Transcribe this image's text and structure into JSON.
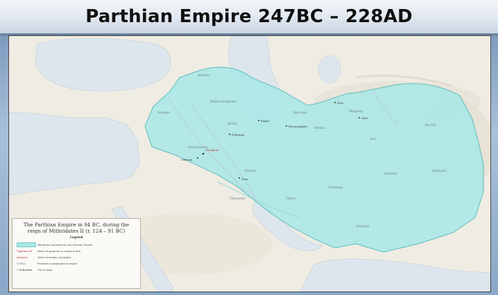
{
  "title": "Parthian Empire 247BC – 228AD",
  "map": {
    "colors": {
      "land": "#efece4",
      "sea": "#dde6ec",
      "empire": "#a7e8e6",
      "empire_border": "#6fc4c1",
      "capital": "#b3272d",
      "region": "#6f7f88"
    },
    "labels": {
      "armenia": "Armenia",
      "media_atropatene": "Media Atropatene",
      "media": "Media",
      "parthia": "Parthia",
      "hyrcania": "Hyrcania",
      "margiana": "Margiana",
      "bactria": "Bactria",
      "sakastan": "Sakastan",
      "aria": "Aria",
      "carmania": "Carmania",
      "persis": "Persis",
      "elymais": "Elymais",
      "characene": "Characene",
      "mesopotamia": "Mesopotamia",
      "osroene": "Osroene",
      "gedrosia": "Gedrosia",
      "arachosia": "Arachosia",
      "ctesiphon": "Ctesiphon",
      "seleucia": "Seleucia",
      "ecbatana": "Ecbatana",
      "hecatompylos": "Hecatompylos",
      "merv": "Merv",
      "susa": "Susa",
      "ragae": "Ragae",
      "nisa": "Nisa"
    }
  },
  "legend": {
    "title": "The Parthian Empire in 94 BC, during the reign of Mithridates II (r. 124 – 91 BC)",
    "heading": "Legend",
    "items": [
      {
        "symbol": "",
        "desc": "Territories controlled by the Parthian Empire"
      },
      {
        "symbol": "Tigranes II",
        "symbol_color": "#b3272d",
        "desc": "Name of governor or vassal prince"
      },
      {
        "symbol": "Arsaces",
        "symbol_color": "#b3272d",
        "desc": "Other hereditary dynasties"
      },
      {
        "symbol": "SYRIA",
        "symbol_color": "#6f7f88",
        "desc": "Province or geographical region"
      },
      {
        "symbol": "• Ecbatana",
        "symbol_color": "#333333",
        "desc": "City or town"
      }
    ]
  }
}
